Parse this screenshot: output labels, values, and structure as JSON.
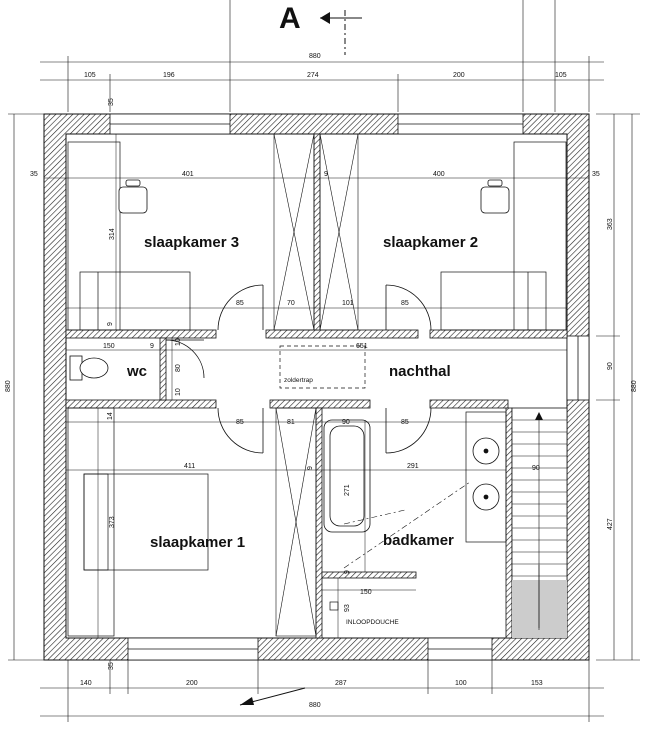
{
  "section_label": "A",
  "rooms": {
    "slaapkamer3": "slaapkamer 3",
    "slaapkamer2": "slaapkamer 2",
    "nachthal": "nachthal",
    "wc": "wc",
    "slaapkamer1": "slaapkamer 1",
    "badkamer": "badkamer"
  },
  "labels": {
    "zoldertrap": "zoldertrap",
    "inloopdouche": "INLOOPDOUCHE"
  },
  "dims": {
    "top_total": "880",
    "top_105a": "105",
    "top_196": "196",
    "top_274": "274",
    "top_200": "200",
    "top_105b": "105",
    "top_35": "35",
    "left_35": "35",
    "w401": "401",
    "inner_9": "9",
    "w400": "400",
    "right_35": "35",
    "h314": "314",
    "h363": "363",
    "d85a": "85",
    "d70": "70",
    "d101": "101",
    "d85b": "85",
    "t9": "9",
    "h150": "150",
    "h9": "9",
    "h651": "651",
    "v10a": "10",
    "v80": "80",
    "v10b": "10",
    "left_880": "880",
    "right_90": "90",
    "right_880": "880",
    "d85c": "85",
    "d81": "81",
    "d90": "90",
    "d85d": "85",
    "stair_90": "90",
    "w411": "411",
    "v14": "14",
    "h9b": "9",
    "w291": "291",
    "h373": "373",
    "v271": "271",
    "h427": "427",
    "v9c": "9",
    "h150b": "150",
    "v93": "93",
    "b35": "35",
    "b140": "140",
    "b200": "200",
    "b287": "287",
    "b100": "100",
    "b153": "153",
    "bottom_total": "880"
  }
}
